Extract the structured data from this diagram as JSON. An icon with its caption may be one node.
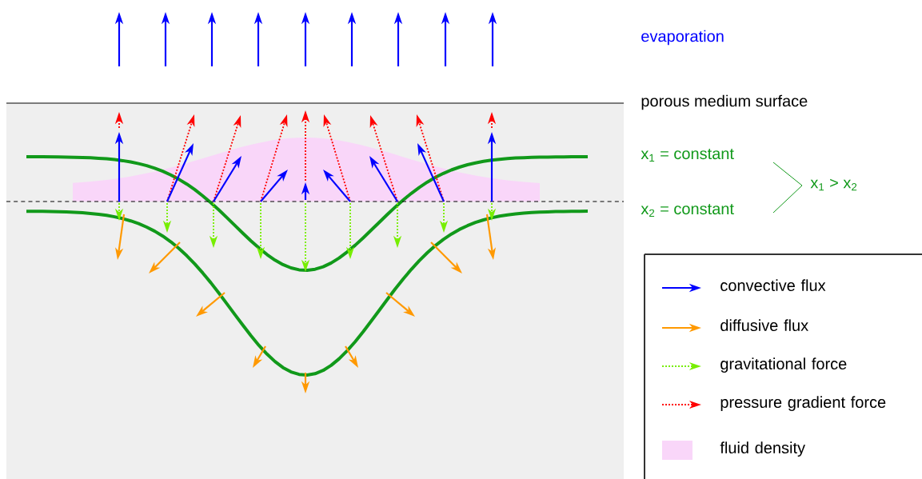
{
  "diagram": {
    "labels": [
      "evaporation",
      "porous medium surface",
      "x$_{1}$ = constant",
      "x$_{2}$ = constant",
      "x$_{1}$ > x$_{2}$"
    ],
    "legend": [
      {
        "text": "convective flux"
      },
      {
        "text": "diffusive flux"
      },
      {
        "text": "gravitational force"
      },
      {
        "text": "pressure gradient force"
      },
      {
        "text": "fluid density",
        "color": "#f9d6f9"
      }
    ]
  }
}
